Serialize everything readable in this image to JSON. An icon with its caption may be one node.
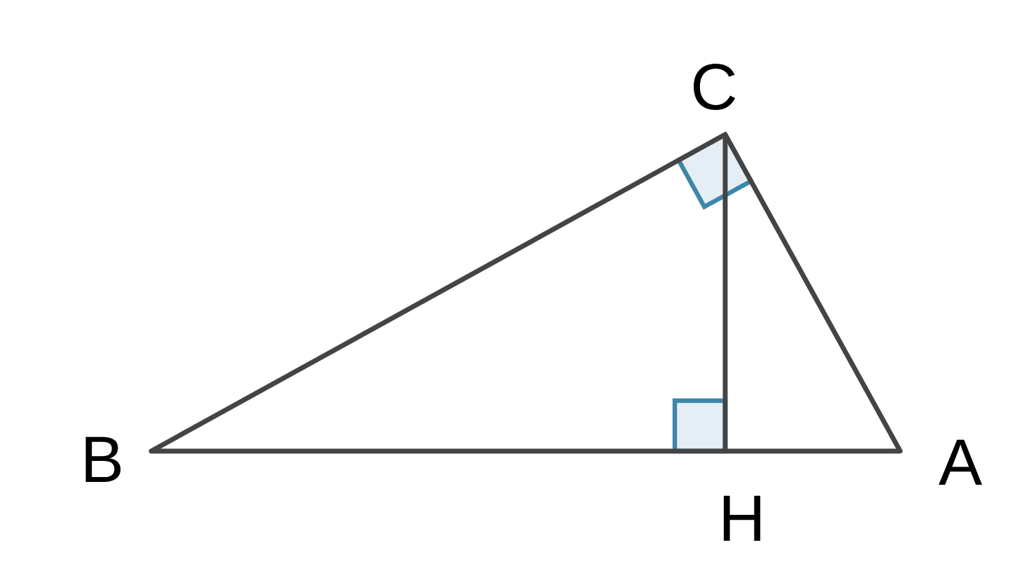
{
  "diagram": {
    "labels": [
      "C",
      "B",
      "A",
      "H"
    ]
  }
}
